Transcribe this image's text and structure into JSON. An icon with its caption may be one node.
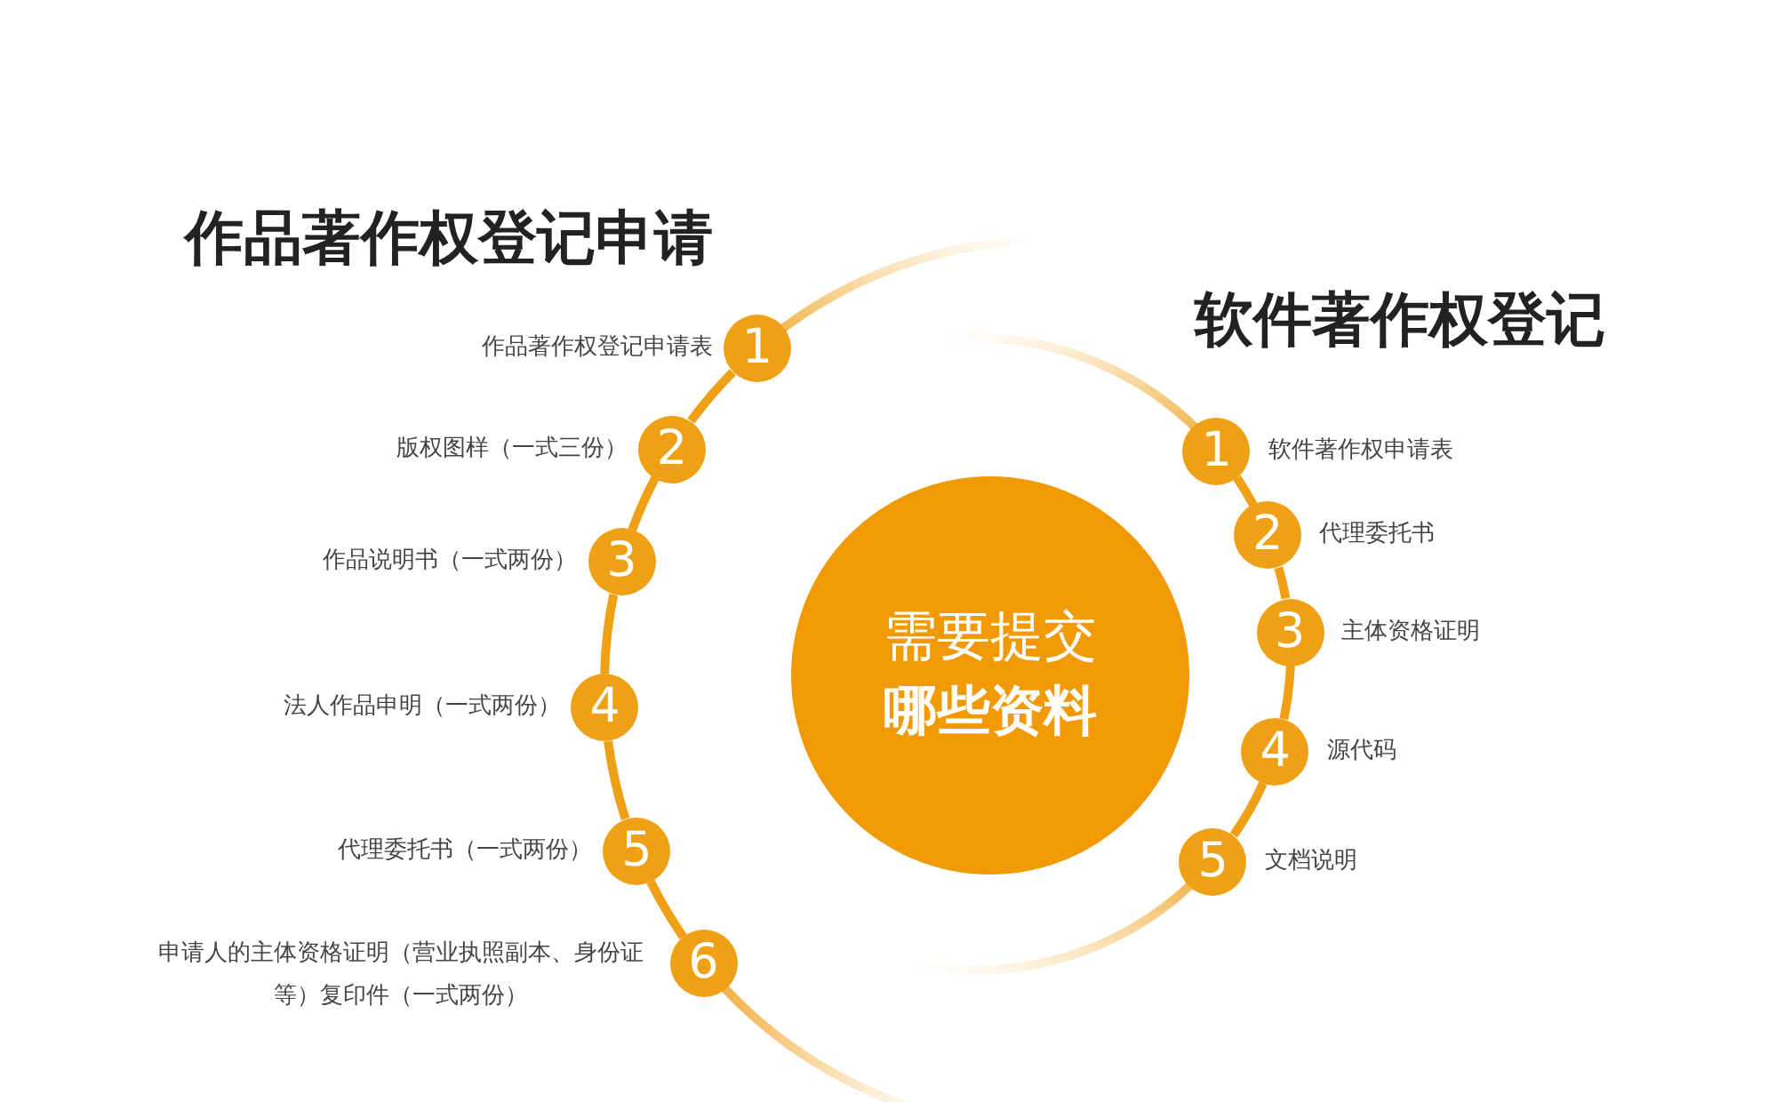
{
  "diagram": {
    "nodes": [
      {
        "text": [
          "需要提交",
          "哪些资料"
        ]
      },
      {
        "text": [
          "1"
        ],
        "beside": [
          "作品著作权登记申请表"
        ]
      },
      {
        "text": [
          "2"
        ],
        "beside": [
          "版权图样（一式三份）"
        ]
      },
      {
        "text": [
          "3"
        ],
        "beside": [
          "作品说明书（一式两份）"
        ]
      },
      {
        "text": [
          "4"
        ],
        "beside": [
          "法人作品申明（一式两份）"
        ]
      },
      {
        "text": [
          "5"
        ],
        "beside": [
          "代理委托书（一式两份）"
        ]
      },
      {
        "text": [
          "6"
        ],
        "beside": [
          "申请人的主体资格证明（营业执照副本、身份证等）复印件（一式两份）"
        ]
      },
      {
        "text": [
          "1"
        ],
        "beside": [
          "软件著作权申请表"
        ]
      },
      {
        "text": [
          "2"
        ],
        "beside": [
          "代理委托书"
        ]
      },
      {
        "text": [
          "3"
        ],
        "beside": [
          "主体资格证明"
        ]
      },
      {
        "text": [
          "4"
        ],
        "beside": [
          "源代码"
        ]
      },
      {
        "text": [
          "5"
        ],
        "beside": [
          "文档说明"
        ]
      }
    ],
    "edges": [
      {
        "from": 1,
        "to": 2,
        "arrow": "none"
      },
      {
        "from": 2,
        "to": 3,
        "arrow": "none"
      },
      {
        "from": 3,
        "to": 4,
        "arrow": "none"
      },
      {
        "from": 4,
        "to": 5,
        "arrow": "none"
      },
      {
        "from": 5,
        "to": 6,
        "arrow": "none"
      },
      {
        "from": 7,
        "to": 8,
        "arrow": "none"
      },
      {
        "from": 8,
        "to": 9,
        "arrow": "none"
      },
      {
        "from": 9,
        "to": 10,
        "arrow": "none"
      },
      {
        "from": 10,
        "to": 11,
        "arrow": "none"
      }
    ],
    "labels": [
      "作品著作权登记申请",
      "软件著作权登记"
    ]
  }
}
